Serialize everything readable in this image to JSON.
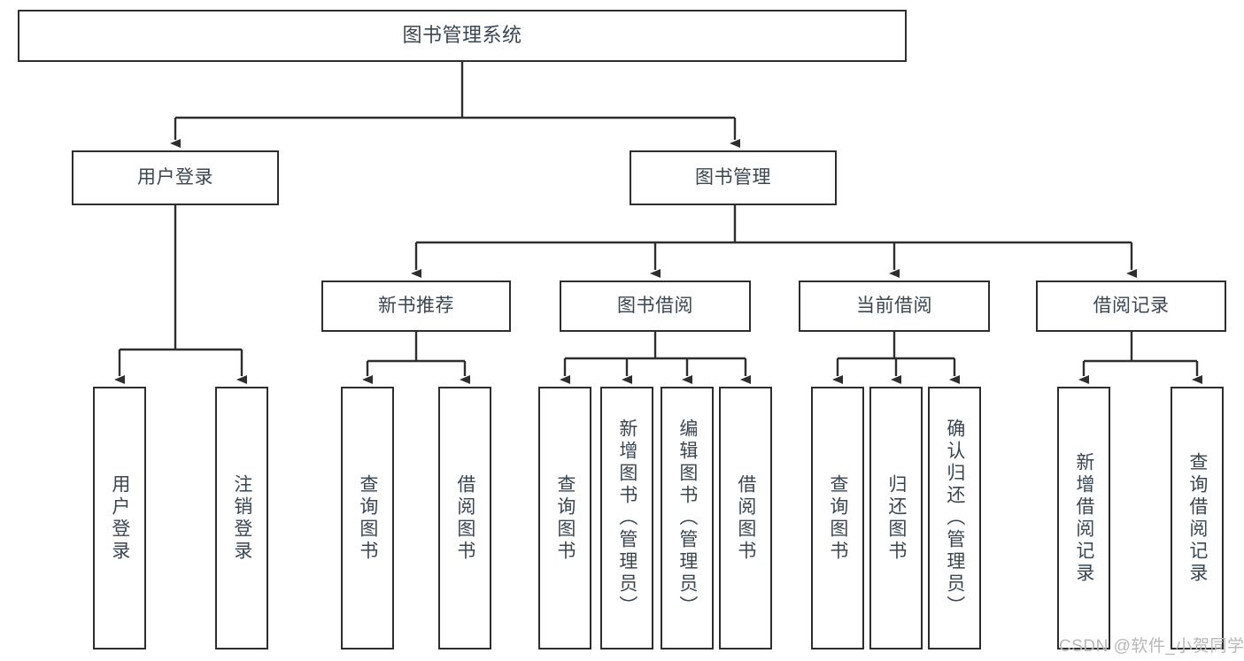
{
  "diagram": {
    "type": "tree-hierarchy-chart",
    "title": "图书管理系统",
    "levels": 4,
    "orientation": "top-down",
    "leaf_text_orientation": "vertical"
  },
  "root": {
    "label": "图书管理系统"
  },
  "level2": [
    {
      "label": "用户登录"
    },
    {
      "label": "图书管理"
    }
  ],
  "level3": [
    {
      "label": "新书推荐"
    },
    {
      "label": "图书借阅"
    },
    {
      "label": "当前借阅"
    },
    {
      "label": "借阅记录"
    }
  ],
  "leaves": {
    "user_login": [
      {
        "label": "用户登录"
      },
      {
        "label": "注销登录"
      }
    ],
    "new_book_recommend": [
      {
        "label": "查询图书"
      },
      {
        "label": "借阅图书"
      }
    ],
    "book_borrow": [
      {
        "label": "查询图书"
      },
      {
        "label": "新增图书（管理员）"
      },
      {
        "label": "编辑图书（管理员）"
      },
      {
        "label": "借阅图书"
      }
    ],
    "current_borrow": [
      {
        "label": "查询图书"
      },
      {
        "label": "归还图书"
      },
      {
        "label": "确认归还（管理员）"
      }
    ],
    "borrow_record": [
      {
        "label": "新增借阅记录"
      },
      {
        "label": "查询借阅记录"
      }
    ]
  },
  "watermark": {
    "text": "CSDN @软件_小贺同学"
  },
  "colors": {
    "stroke": "#2e2e2e",
    "text": "#3a4652",
    "background": "#ffffff",
    "watermark": "#b8b8b8"
  }
}
